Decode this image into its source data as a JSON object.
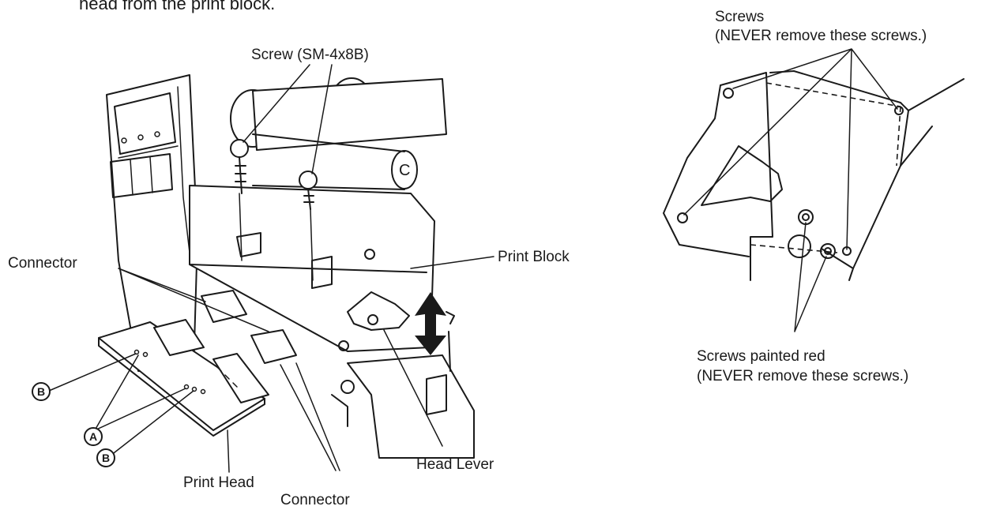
{
  "caption": "head from the print block.",
  "left_figure": {
    "labels": {
      "screw": "Screw (SM-4x8B)",
      "connector_left": "Connector",
      "print_block": "Print Block",
      "head_lever": "Head Lever",
      "print_head": "Print Head",
      "connector_bottom": "Connector"
    },
    "markers": {
      "b_top": "B",
      "a": "A",
      "b_bottom": "B"
    }
  },
  "right_figure": {
    "labels": {
      "screws_title": "Screws",
      "screws_note": "(NEVER remove these screws.)",
      "painted_title": "Screws painted red",
      "painted_note": "(NEVER remove these screws.)"
    }
  }
}
